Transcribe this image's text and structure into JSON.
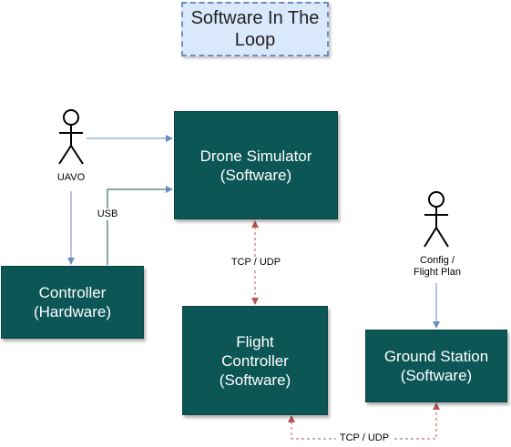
{
  "title": "Software In The Loop",
  "boxes": {
    "drone_simulator": "Drone Simulator\n(Software)",
    "controller": "Controller\n(Hardware)",
    "flight_controller": "Flight\nController\n(Software)",
    "ground_station": "Ground Station\n(Software)"
  },
  "actors": {
    "uavo": "UAVO",
    "config": "Config /\nFlight Plan"
  },
  "links": {
    "usb": "USB",
    "tcp_udp_1": "TCP / UDP",
    "tcp_udp_2": "TCP / UDP"
  },
  "colors": {
    "box_fill": "#0d5656",
    "title_fill": "#dae8fc",
    "title_border": "#6c8ebf",
    "solid_arrow": "#6c8ebf",
    "dashed_arrow": "#b85450"
  }
}
